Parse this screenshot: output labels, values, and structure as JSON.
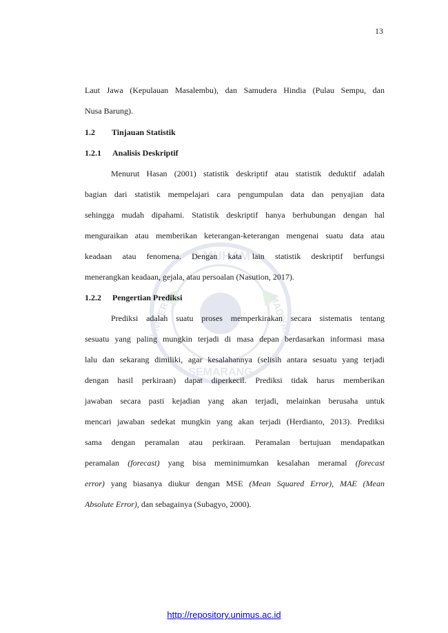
{
  "page_number": "13",
  "intro": {
    "lines": [
      "Laut Jawa (Kepulauan Masalembu), dan Samudera Hindia (Pulau Sempu, dan",
      "Nusa Barung)."
    ]
  },
  "section": {
    "number": "1.2",
    "title": "Tinjauan Statistik"
  },
  "subsection1": {
    "number": "1.2.1",
    "title": "Analisis Deskriptif",
    "lines": [
      "Menurut Hasan (2001) statistik deskriptif atau statistik deduktif adalah",
      "bagian dari statistik mempelajari cara pengumpulan data dan penyajian data",
      "sehingga mudah dipahami. Statistik deskriptif hanya berhubungan dengan hal",
      "menguraikan atau memberikan keterangan-keterangan mengenai suatu data atau",
      "keadaan atau fenomena. Dengan kata lain statistik deskriptif berfungsi",
      "menerangkan keadaan, gejala, atau persoalan (Nasution, 2017)."
    ]
  },
  "subsection2": {
    "number": "1.2.2",
    "title": "Pengertian Prediksi",
    "lines": [
      "Prediksi adalah suatu proses memperkirakan secara sistematis tentang",
      "sesuatu yang paling mungkin terjadi di masa depan berdasarkan informasi masa",
      "lalu dan sekarang dimiliki, agar kesalahannya (selisih antara sesuatu yang terjadi",
      "dengan hasil perkiraan) dapat diperkecil. Prediksi tidak harus memberikan",
      "jawaban secara pasti kejadian yang akan terjadi, melainkan berusaha untuk",
      "mencari jawaban sedekat mungkin yang akan terjadi (Herdianto, 2013). Prediksi",
      "sama dengan peramalan atau perkiraan. Peramalan bertujuan mendapatkan"
    ],
    "line8": {
      "a": "peramalan ",
      "b": "(forecast)",
      "c": " yang bisa meminimumkan kesalahan meramal ",
      "d": "(forecast"
    },
    "line9": {
      "a": "error)",
      "b": " yang biasanya diukur dengan MSE ",
      "c": "(Mean Squared Error), MAE (Mean"
    },
    "line10": {
      "a": "Absolute Error),",
      "b": " dan sebagainya (Subagyo, 2000)."
    }
  },
  "watermark": {
    "top_text": "S MUHAM",
    "left_text": "UNIVERSI",
    "right_text": "MADIYAH",
    "bottom_text": "SEMARANG"
  },
  "footer": {
    "link_text": "http://repository.unimus.ac.id"
  }
}
